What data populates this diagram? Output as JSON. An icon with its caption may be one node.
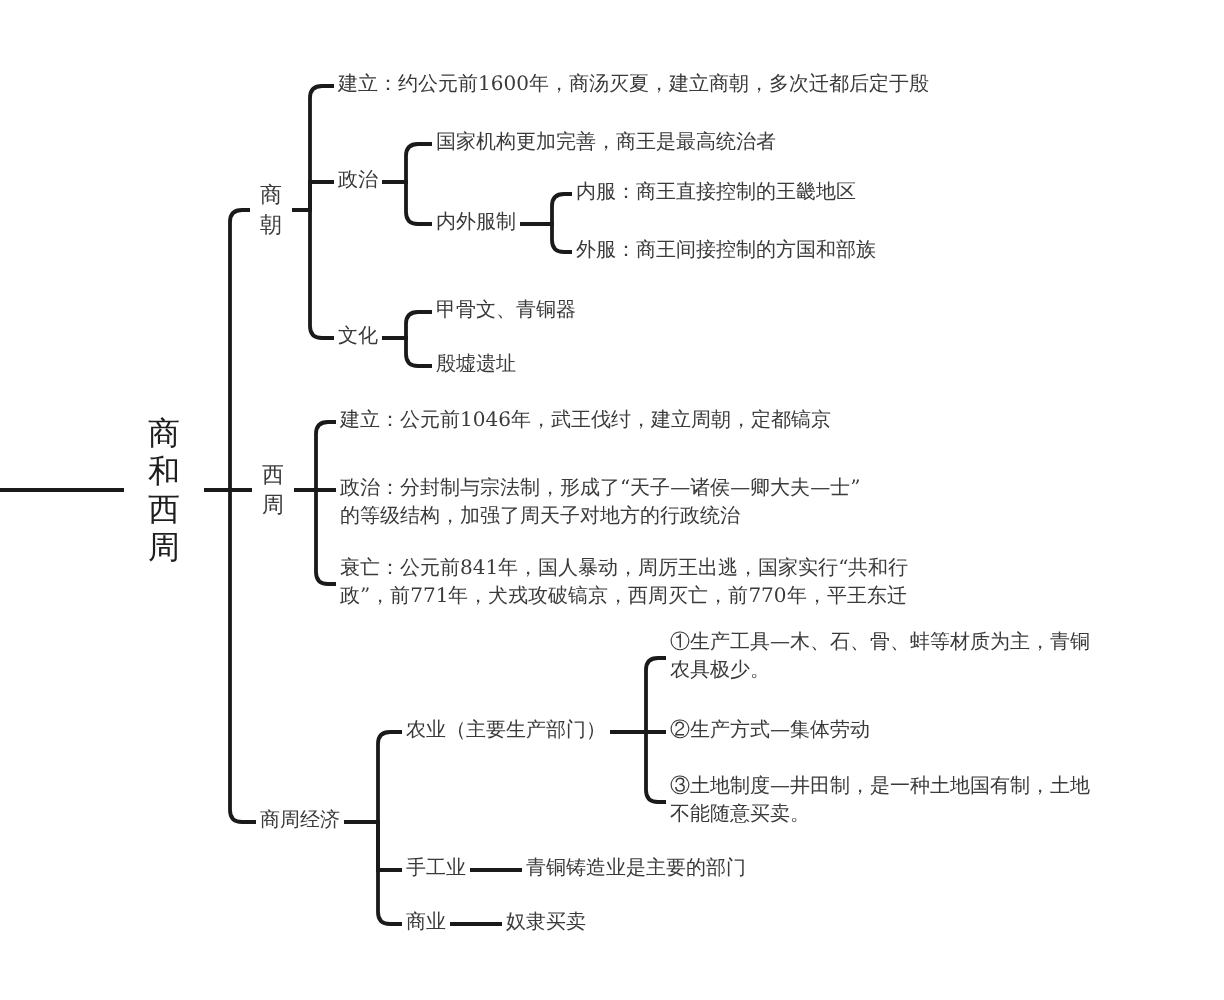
{
  "diagram": {
    "nodes": [
      {
        "text": [
          "商和西周"
        ]
      },
      {
        "text": [
          "商朝"
        ]
      },
      {
        "text": [
          "建立：约公元前1600年，商汤灭夏，建立商朝，多次迁都后定于殷"
        ]
      },
      {
        "text": [
          "政治"
        ]
      },
      {
        "text": [
          "国家机构更加完善，商王是最高统治者"
        ]
      },
      {
        "text": [
          "内外服制"
        ]
      },
      {
        "text": [
          "内服：商王直接控制的王畿地区"
        ]
      },
      {
        "text": [
          "外服：商王间接控制的方国和部族"
        ]
      },
      {
        "text": [
          "文化"
        ]
      },
      {
        "text": [
          "甲骨文、青铜器"
        ]
      },
      {
        "text": [
          "殷墟遗址"
        ]
      },
      {
        "text": [
          "西周"
        ]
      },
      {
        "text": [
          "建立：公元前1046年，武王伐纣，建立周朝，定都镐京"
        ]
      },
      {
        "text": [
          "政治：分封制与宗法制，形成了“天子—诸侯—卿大夫—士”的等级结构，加强了周天子对地方的行政统治"
        ]
      },
      {
        "text": [
          "衰亡：公元前841年，国人暴动，周厉王出逃，国家实行“共和行政”，前771年，犬戎攻破镐京，西周灭亡，前770年，平王东迁"
        ]
      },
      {
        "text": [
          "商周经济"
        ]
      },
      {
        "text": [
          "农业（主要生产部门）"
        ]
      },
      {
        "text": [
          "①生产工具—木、石、骨、蚌等材质为主，青铜农具极少。"
        ]
      },
      {
        "text": [
          "②生产方式—集体劳动"
        ]
      },
      {
        "text": [
          "③土地制度—井田制，是一种土地国有制，土地不能随意买卖。"
        ]
      },
      {
        "text": [
          "手工业"
        ]
      },
      {
        "text": [
          "青铜铸造业是主要的部门"
        ]
      },
      {
        "text": [
          "商业"
        ]
      },
      {
        "text": [
          "奴隶买卖"
        ]
      }
    ],
    "edges": [
      {
        "from": null,
        "to": 0,
        "arrow": "none"
      },
      {
        "from": 0,
        "to": 1,
        "arrow": "none"
      },
      {
        "from": 0,
        "to": 11,
        "arrow": "none"
      },
      {
        "from": 0,
        "to": 15,
        "arrow": "none"
      },
      {
        "from": 1,
        "to": 2,
        "arrow": "none"
      },
      {
        "from": 1,
        "to": 3,
        "arrow": "none"
      },
      {
        "from": 1,
        "to": 8,
        "arrow": "none"
      },
      {
        "from": 3,
        "to": 4,
        "arrow": "none"
      },
      {
        "from": 3,
        "to": 5,
        "arrow": "none"
      },
      {
        "from": 5,
        "to": 6,
        "arrow": "none"
      },
      {
        "from": 5,
        "to": 7,
        "arrow": "none"
      },
      {
        "from": 8,
        "to": 9,
        "arrow": "none"
      },
      {
        "from": 8,
        "to": 10,
        "arrow": "none"
      },
      {
        "from": 11,
        "to": 12,
        "arrow": "none"
      },
      {
        "from": 11,
        "to": 13,
        "arrow": "none"
      },
      {
        "from": 11,
        "to": 14,
        "arrow": "none"
      },
      {
        "from": 15,
        "to": 16,
        "arrow": "none"
      },
      {
        "from": 15,
        "to": 20,
        "arrow": "none"
      },
      {
        "from": 15,
        "to": 22,
        "arrow": "none"
      },
      {
        "from": 16,
        "to": 17,
        "arrow": "none"
      },
      {
        "from": 16,
        "to": 18,
        "arrow": "none"
      },
      {
        "from": 16,
        "to": 19,
        "arrow": "none"
      },
      {
        "from": 20,
        "to": 21,
        "arrow": "none"
      },
      {
        "from": 22,
        "to": 23,
        "arrow": "none"
      }
    ]
  }
}
